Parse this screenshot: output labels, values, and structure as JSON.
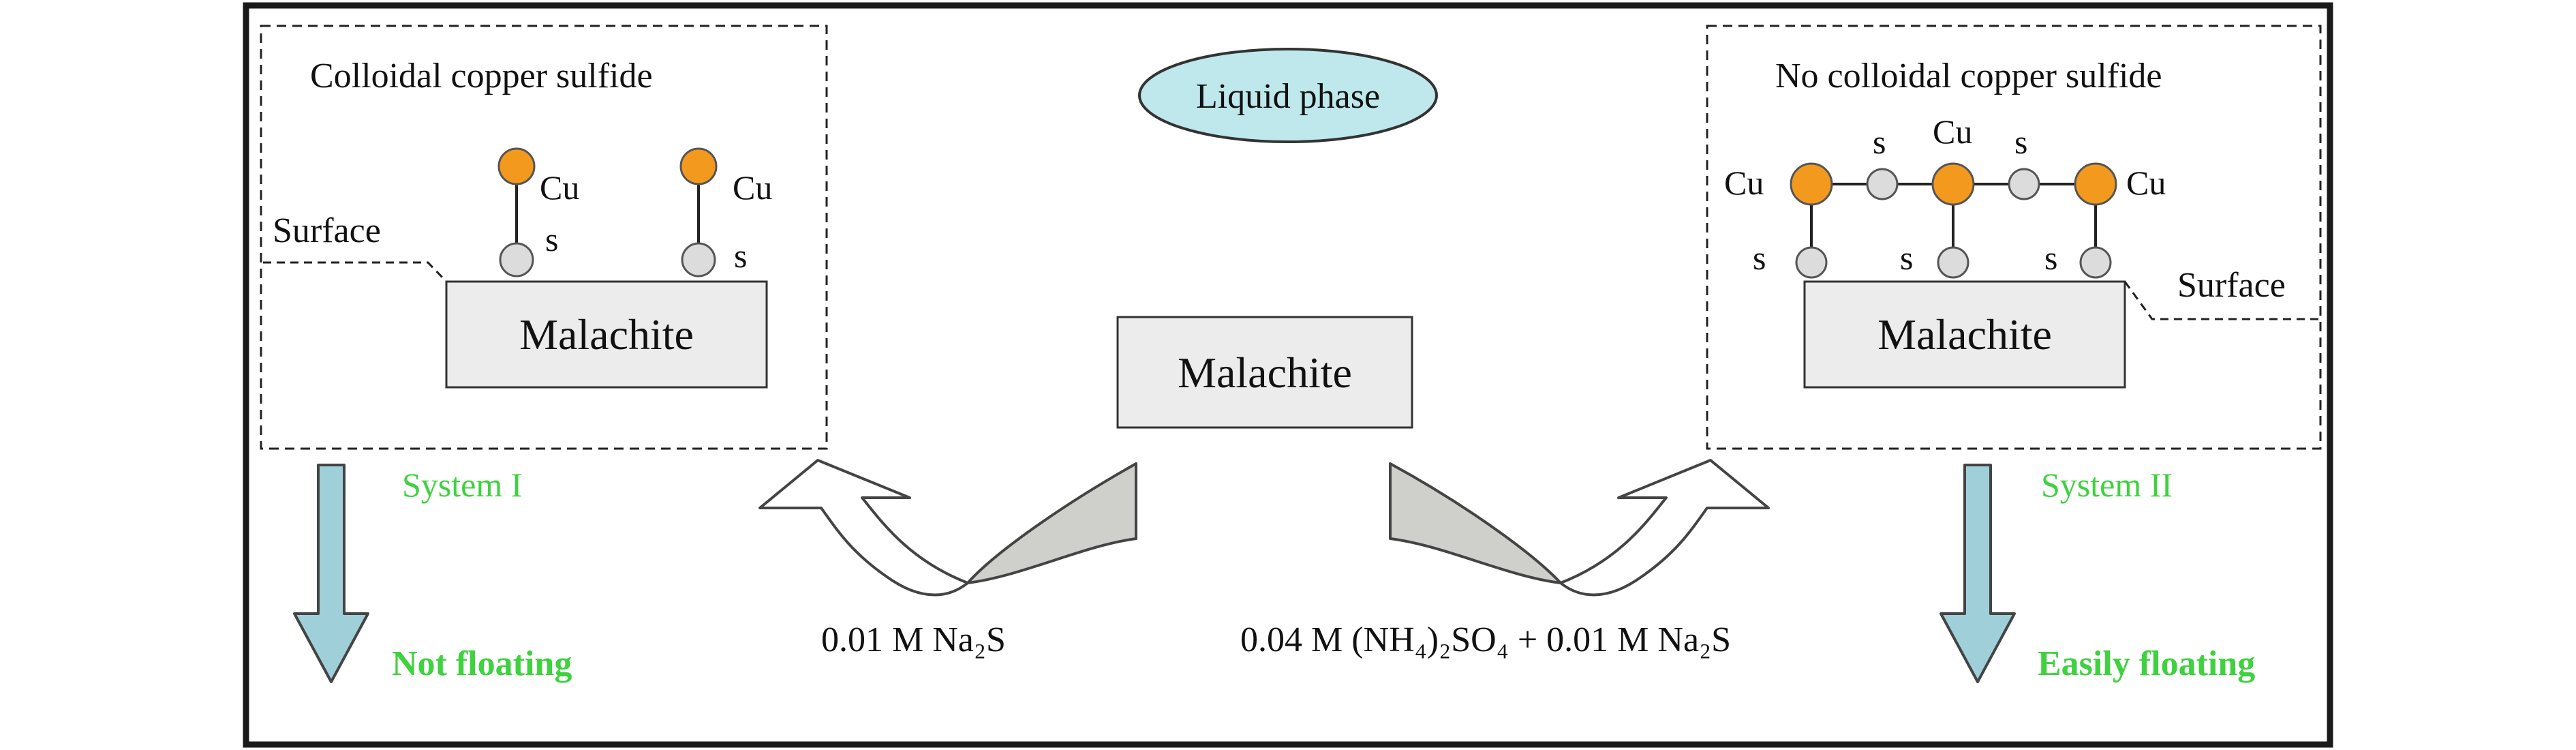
{
  "colors": {
    "frame": "#1a1a1a",
    "copper_atom": "#f39a1e",
    "sulfur_atom": "#dcdcdc",
    "mineral_box": "#ececec",
    "liquid_ellipse": "#bfe8ec",
    "down_arrow": "#9fd0da",
    "curved_arrow_fill": "#cfcfcc",
    "green_text": "#3fd13f"
  },
  "liquid_phase": "Liquid phase",
  "center": {
    "mineral": "Malachite",
    "left_reagent": "0.01 M Na₂S",
    "right_reagent": "0.04 M (NH₄)₂SO₄ + 0.01 M Na₂S"
  },
  "system1": {
    "heading": "Colloidal copper sulfide",
    "surface": "Surface",
    "mineral": "Malachite",
    "copper": "Cu",
    "sulfur": "s",
    "name": "System I",
    "outcome": "Not floating"
  },
  "system2": {
    "heading": "No colloidal copper sulfide",
    "surface": "Surface",
    "mineral": "Malachite",
    "copper": "Cu",
    "sulfur": "s",
    "name": "System II",
    "outcome": "Easily floating"
  }
}
